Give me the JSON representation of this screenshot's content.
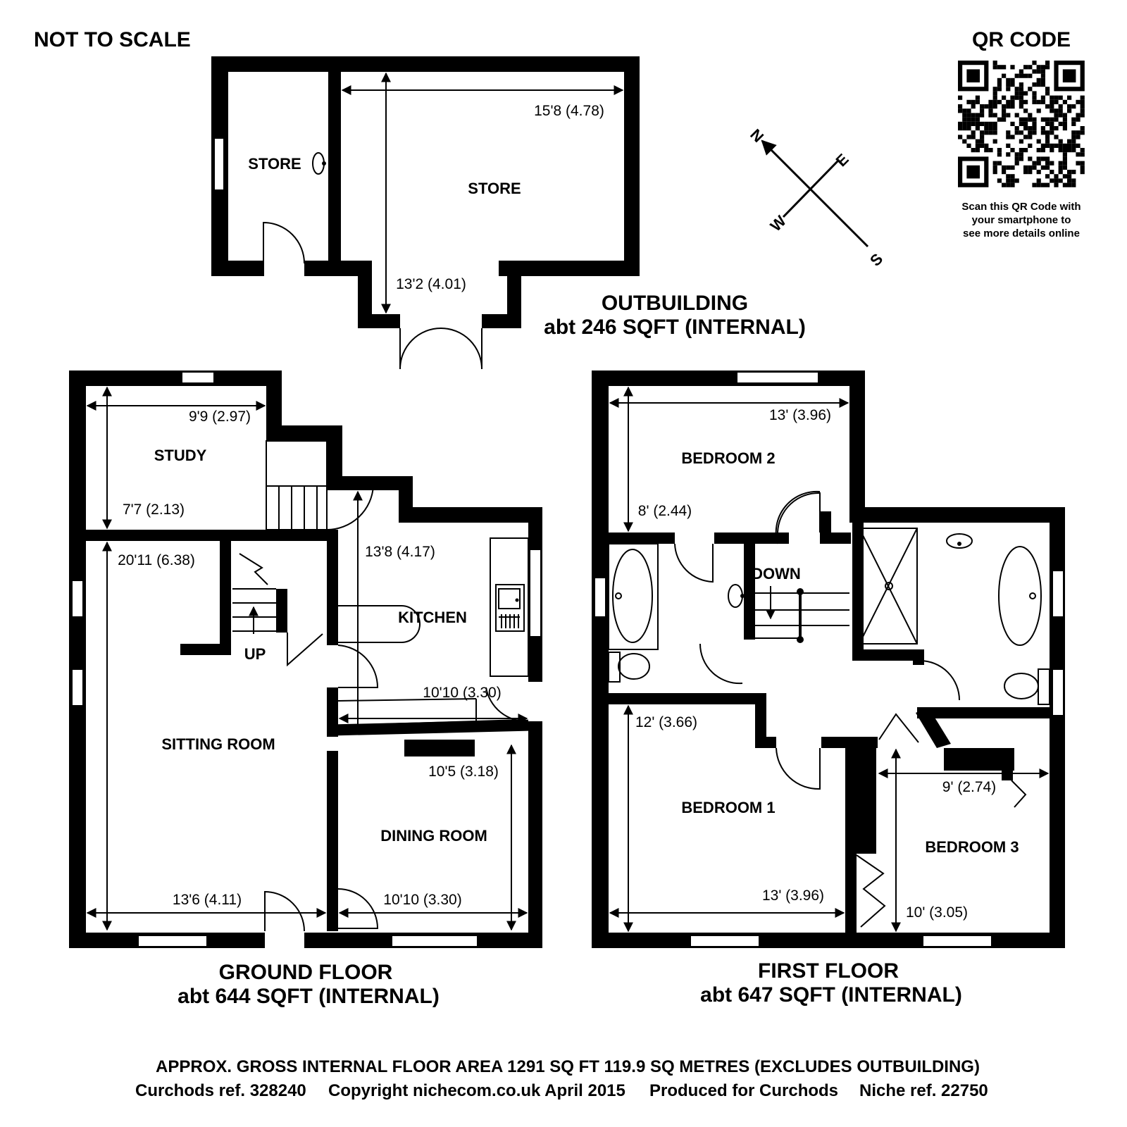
{
  "header": {
    "scale_note": "NOT TO SCALE",
    "qr_title": "QR CODE",
    "qr_note_1": "Scan this QR Code with",
    "qr_note_2": "your smartphone to",
    "qr_note_3": "see more details online"
  },
  "compass": {
    "n": "N",
    "e": "E",
    "s": "S",
    "w": "W"
  },
  "outbuilding": {
    "title": "OUTBUILDING",
    "area": "abt 246 SQFT (INTERNAL)",
    "rooms": {
      "store_small": "STORE",
      "store_large": "STORE"
    },
    "dims": {
      "width": "15'8 (4.78)",
      "depth": "13'2 (4.01)"
    }
  },
  "ground_floor": {
    "title": "GROUND FLOOR",
    "area": "abt 644 SQFT (INTERNAL)",
    "rooms": {
      "study": "STUDY",
      "kitchen": "KITCHEN",
      "sitting": "SITTING ROOM",
      "dining": "DINING ROOM",
      "up": "UP"
    },
    "dims": {
      "study_w": "9'9 (2.97)",
      "study_d": "7'7 (2.13)",
      "sitting_d": "20'11 (6.38)",
      "sitting_w": "13'6 (4.11)",
      "kitchen_d": "13'8 (4.17)",
      "kitchen_w": "10'10 (3.30)",
      "dining_d": "10'5 (3.18)",
      "dining_w": "10'10 (3.30)"
    }
  },
  "first_floor": {
    "title": "FIRST FLOOR",
    "area": "abt 647 SQFT (INTERNAL)",
    "rooms": {
      "bed2": "BEDROOM 2",
      "bed1": "BEDROOM 1",
      "bed3": "BEDROOM 3",
      "down": "DOWN"
    },
    "dims": {
      "bed2_w": "13' (3.96)",
      "bed2_d": "8' (2.44)",
      "bed1_d": "12' (3.66)",
      "bed1_w": "13' (3.96)",
      "bed3_w": "9' (2.74)",
      "bed3_d": "10' (3.05)"
    }
  },
  "footer": {
    "gross_area": "APPROX. GROSS INTERNAL FLOOR AREA 1291 SQ FT 119.9 SQ METRES (EXCLUDES OUTBUILDING)",
    "curchods_ref": "Curchods ref. 328240",
    "copyright": "Copyright nichecom.co.uk April 2015",
    "produced_for": "Produced for Curchods",
    "niche_ref": "Niche ref. 22750"
  }
}
